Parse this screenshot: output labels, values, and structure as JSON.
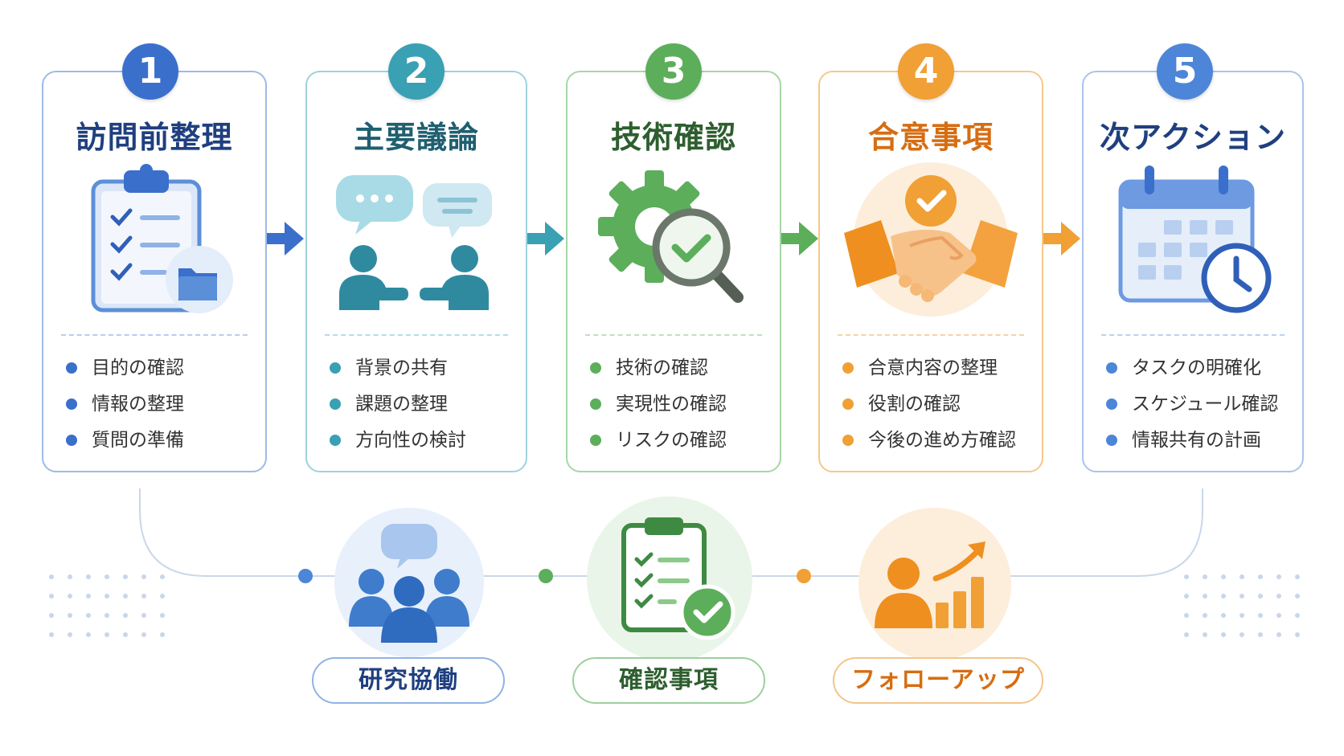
{
  "colors": {
    "blue": "#3b6fcc",
    "teal": "#3aa0b4",
    "green": "#5cae5b",
    "orange": "#f0a034",
    "sky": "#4d86d8",
    "title_blue": "#1f3f7f",
    "title_teal": "#1f5f6f",
    "title_green": "#2e5e2f",
    "title_orange": "#d66d12",
    "title_sky": "#1f3f7f"
  },
  "steps": [
    {
      "number": "1",
      "title": "訪問前整理",
      "icon": "clipboard-folder-icon",
      "items": [
        "目的の確認",
        "情報の整理",
        "質問の準備"
      ]
    },
    {
      "number": "2",
      "title": "主要議論",
      "icon": "discussion-people-icon",
      "items": [
        "背景の共有",
        "課題の整理",
        "方向性の検討"
      ]
    },
    {
      "number": "3",
      "title": "技術確認",
      "icon": "gear-magnifier-icon",
      "items": [
        "技術の確認",
        "実現性の確認",
        "リスクの確認"
      ]
    },
    {
      "number": "4",
      "title": "合意事項",
      "icon": "handshake-icon",
      "items": [
        "合意内容の整理",
        "役割の確認",
        "今後の進め方確認"
      ]
    },
    {
      "number": "5",
      "title": "次アクション",
      "icon": "calendar-clock-icon",
      "items": [
        "タスクの明確化",
        "スケジュール確認",
        "情報共有の計画"
      ]
    }
  ],
  "outcomes": [
    {
      "label": "研究協働",
      "icon": "team-icon"
    },
    {
      "label": "確認事項",
      "icon": "checklist-icon"
    },
    {
      "label": "フォローアップ",
      "icon": "growth-chart-icon"
    }
  ]
}
